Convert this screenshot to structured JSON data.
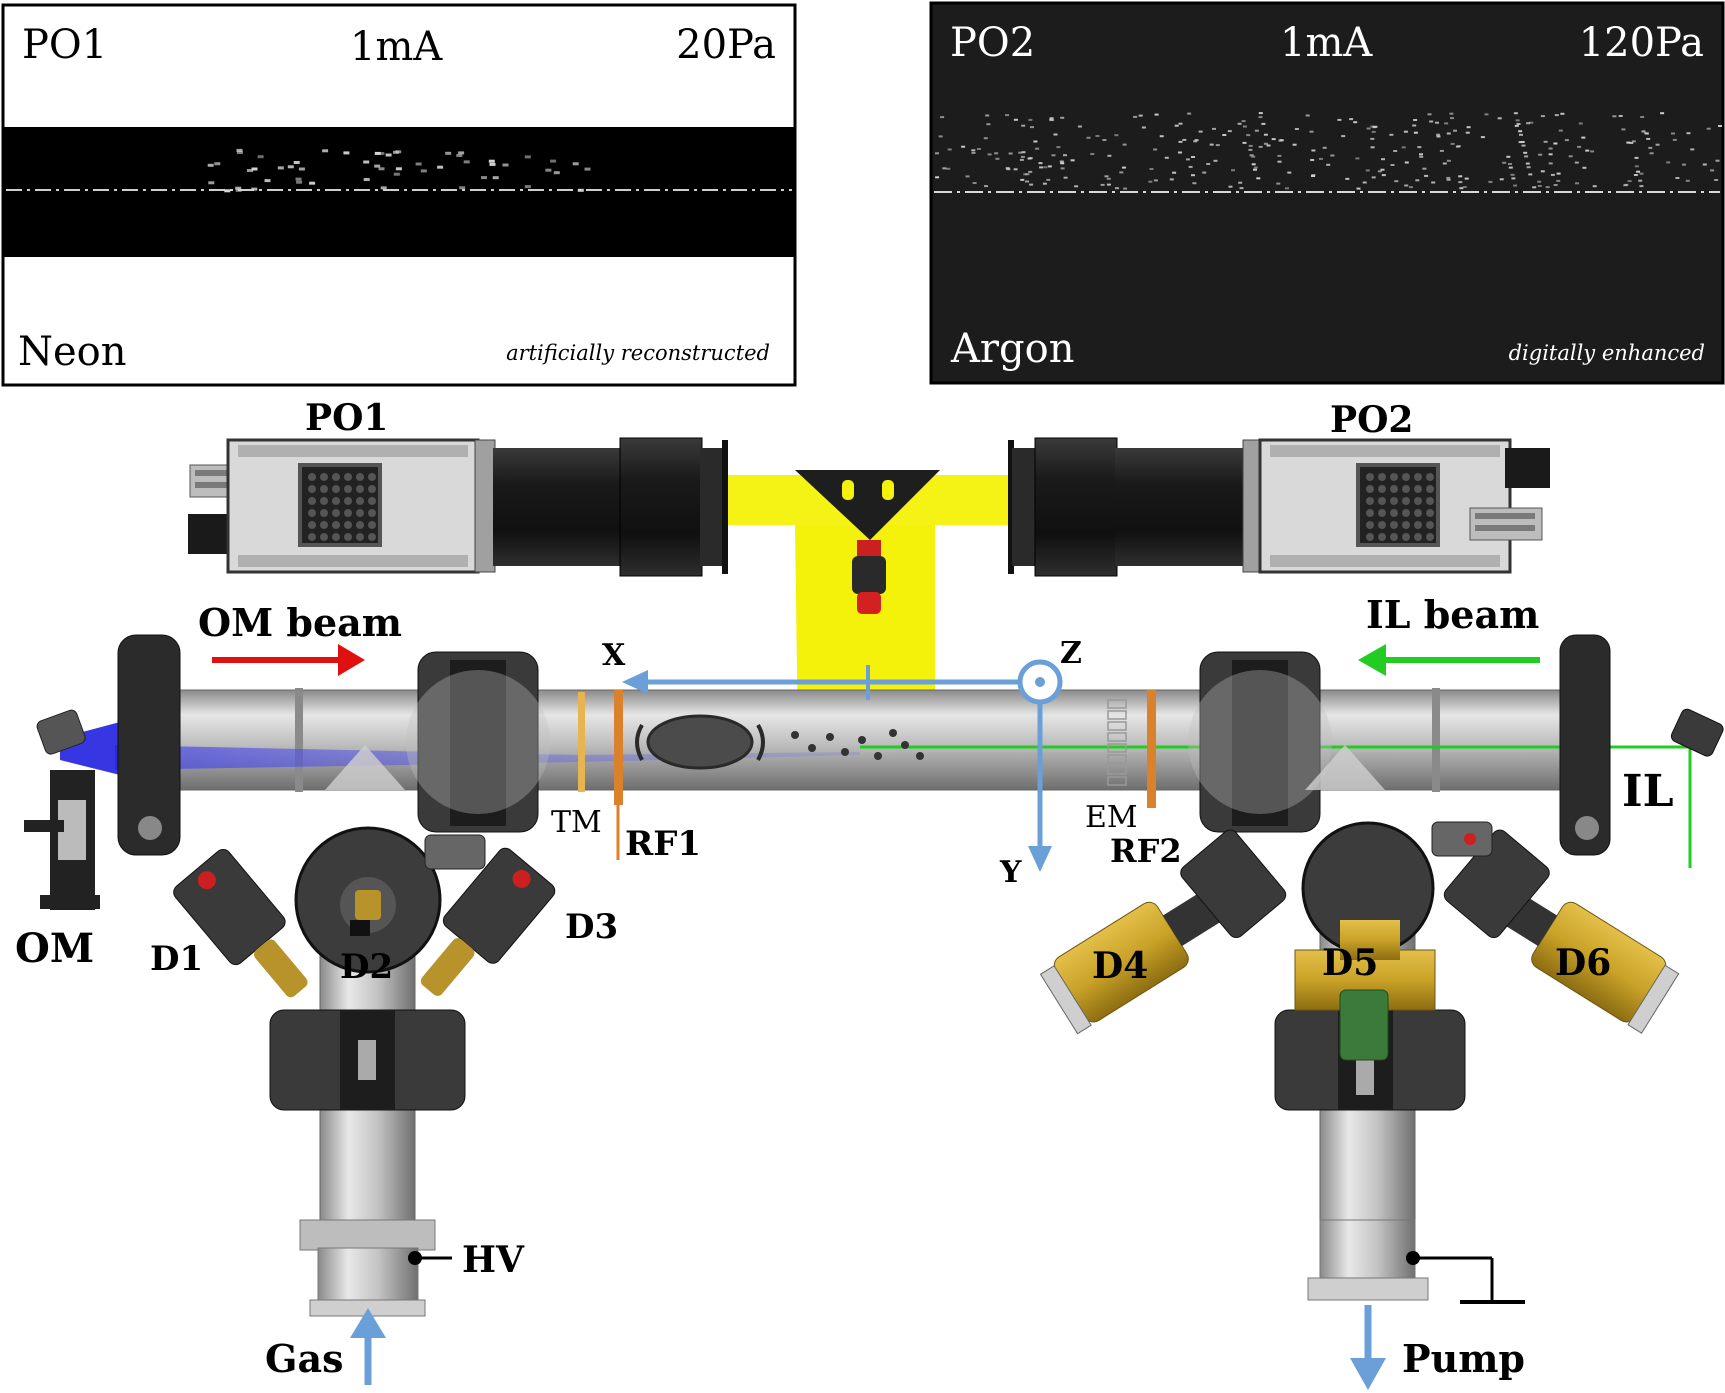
{
  "panel_left": {
    "camera": "PO1",
    "current": "1mA",
    "pressure": "20Pa",
    "gas": "Neon",
    "note": "artificially reconstructed"
  },
  "panel_right": {
    "camera": "PO2",
    "current": "1mA",
    "pressure": "120Pa",
    "gas": "Argon",
    "note": "digitally enhanced"
  },
  "labels": {
    "cam1": "PO1",
    "cam2": "PO2",
    "om_beam": "OM beam",
    "il_beam": "IL beam",
    "axis_x": "X",
    "axis_y": "Y",
    "axis_z": "Z",
    "tm": "TM",
    "rf1": "RF1",
    "em": "EM",
    "rf2": "RF2",
    "il": "IL",
    "om": "OM",
    "d1": "D1",
    "d2": "D2",
    "d3": "D3",
    "d4": "D4",
    "d5": "D5",
    "d6": "D6",
    "hv": "HV",
    "gas": "Gas",
    "pump": "Pump"
  },
  "colors": {
    "om_beam_arrow": "#e01010",
    "il_beam_arrow": "#22cc22",
    "axis_blue": "#6a9fd8",
    "camera_field": "#f4f20a",
    "electrode_orange": "#d9822b",
    "detector_gold": "#c9a227",
    "dark_panel": "#1c1c1c"
  }
}
